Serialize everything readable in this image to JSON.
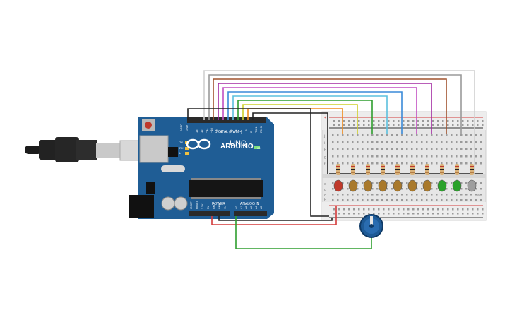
{
  "board": {
    "logo": "ARDUINO",
    "model": "UNO",
    "digital_label": "DIGITAL (PWM~)",
    "power_label": "POWER",
    "analog_label": "ANALOG IN",
    "on_label": "ON",
    "tx_label": "TX",
    "rx_label": "RX",
    "l_label": "L",
    "aref_label": "AREF",
    "gnd_label": "GND",
    "digital_pins": [
      "13",
      "12",
      "~11",
      "~10",
      "~9",
      "8",
      "7",
      "~6",
      "~5",
      "4",
      "~3",
      "2",
      "TX 1",
      "RX 0"
    ],
    "power_pins": [
      "IOREF",
      "RESET",
      "3.3V",
      "5V",
      "GND",
      "GND",
      "Vin"
    ],
    "analog_pins": [
      "A0",
      "A1",
      "A2",
      "A3",
      "A4",
      "A5"
    ]
  },
  "breadboard": {
    "row_letters_top": [
      "j",
      "i",
      "h",
      "g",
      "f"
    ],
    "row_letters_bottom": [
      "e",
      "d",
      "c",
      "b",
      "a"
    ],
    "plus": "+",
    "minus": "-"
  },
  "components": {
    "led_colors": [
      "#c0392b",
      "#a9792b",
      "#a9792b",
      "#a9792b",
      "#a9792b",
      "#a9792b",
      "#a9792b",
      "#2aa12a",
      "#2aa12a",
      "#9e9e9e"
    ],
    "wire_colors": [
      "#9a9a9a",
      "#a0522d",
      "#a22aa2",
      "#a22aa2",
      "#4aa8d8",
      "#7a7aff",
      "#2e9e2e",
      "#cfcf2a",
      "#f08a1c",
      "#222222"
    ]
  },
  "colors": {
    "board": "#1f5d95",
    "board_dark": "#174a78",
    "breadboard": "#e8e8e8",
    "rail_red": "#d33a3a",
    "rail_black": "#333333",
    "pot": "#1e5a96"
  }
}
